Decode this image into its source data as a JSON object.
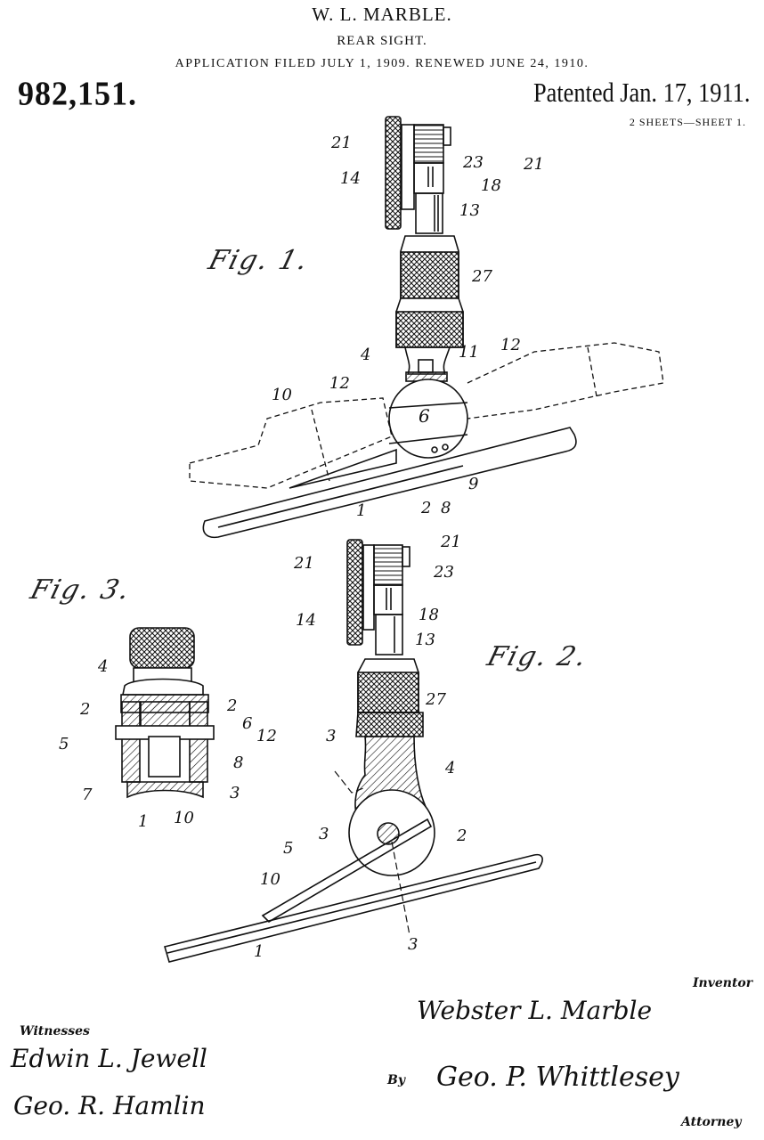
{
  "header": {
    "inventor": "W. L. MARBLE.",
    "title": "REAR SIGHT.",
    "filing": "APPLICATION FILED JULY 1, 1909. RENEWED JUNE 24, 1910.",
    "patent_number": "982,151.",
    "patented_date": "Patented Jan. 17, 1911.",
    "sheets": "2 SHEETS—SHEET 1."
  },
  "figures": {
    "fig1": {
      "label": "Fig. 1.",
      "refs": [
        "21",
        "14",
        "23",
        "21",
        "18",
        "13",
        "27",
        "4",
        "11",
        "12",
        "12",
        "10",
        "6",
        "2",
        "8",
        "9",
        "1"
      ]
    },
    "fig2": {
      "label": "Fig. 2.",
      "refs": [
        "21",
        "21",
        "23",
        "14",
        "18",
        "13",
        "27",
        "3",
        "4",
        "3",
        "5",
        "2",
        "10",
        "1",
        "3"
      ]
    },
    "fig3": {
      "label": "Fig. 3.",
      "refs": [
        "4",
        "2",
        "2",
        "6",
        "5",
        "12",
        "8",
        "7",
        "3",
        "1",
        "10"
      ]
    }
  },
  "signatures": {
    "inventor_label": "Inventor",
    "inventor_signature": "Webster L. Marble",
    "witnesses_label": "Witnesses",
    "witness1": "Edwin L. Jewell",
    "witness2": "Geo. R. Hamlin",
    "by_label": "By",
    "attorney_signature": "Geo. P. Whittlesey",
    "attorney_label": "Attorney"
  }
}
